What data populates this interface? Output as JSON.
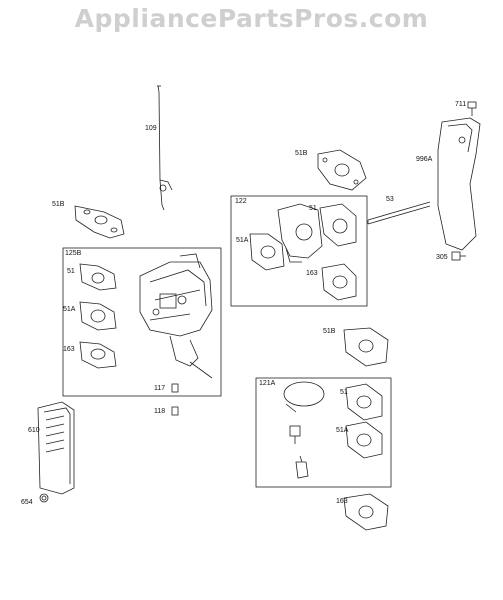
{
  "watermark": "AppliancePartsPros.com",
  "parts": {
    "p109": "109",
    "p51b_left": "51B",
    "p125b": "125B",
    "p51_left": "51",
    "p51a_left": "51A",
    "p163_left": "163",
    "p117": "117",
    "p118": "118",
    "p610": "610",
    "p654": "654",
    "p51b_top": "51B",
    "p122": "122",
    "p51_mid": "51",
    "p51a_mid": "51A",
    "p163_mid": "163",
    "p53": "53",
    "p711": "711",
    "p996a": "996A",
    "p305": "305",
    "p51b_right": "51B",
    "p121a": "121A",
    "p51_right": "51",
    "p51a_right": "51A",
    "p163_bottom": "163"
  }
}
